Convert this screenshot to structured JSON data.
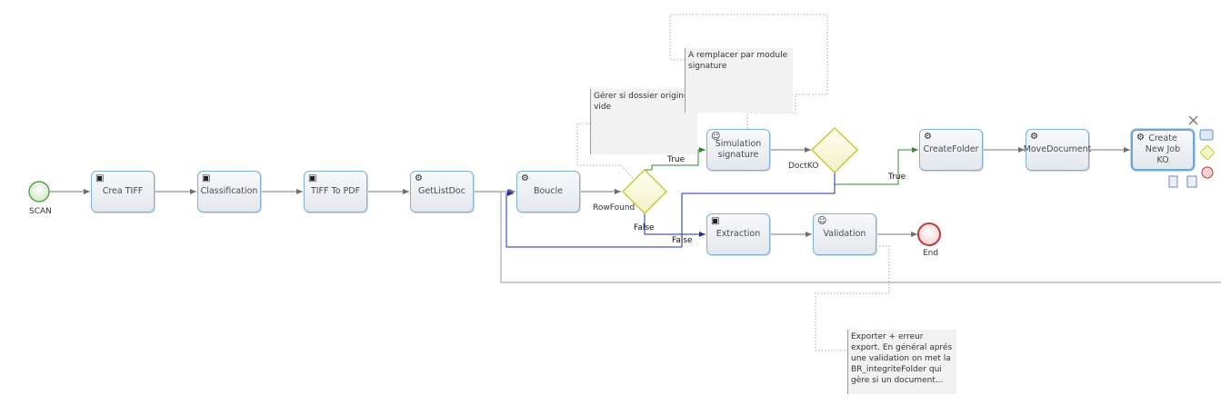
{
  "events": {
    "start_label": "SCAN",
    "end_label": "End"
  },
  "tasks": {
    "crea_tiff": "Crea TIFF",
    "classification": "Classification",
    "tiff_to_pdf": "TIFF To PDF",
    "get_list_doc": "GetListDoc",
    "boucle": "Boucle",
    "simulation_signature": "Simulation signature",
    "extraction": "Extraction",
    "validation": "Validation",
    "create_folder": "CreateFolder",
    "move_document": "MoveDocument",
    "create_new_job_ko": "Create New Job KO"
  },
  "gateways": {
    "row_found": "RowFound",
    "doct_ko": "DoctKO"
  },
  "flows": {
    "rowfound_true": "True",
    "rowfound_false": "False",
    "doctko_true": "True",
    "doctko_false": "False"
  },
  "annotations": {
    "gerer": "Gérer si dossier origine vide",
    "remplacer": "A remplacer par module signature",
    "exporter": "Exporter + erreur export. En général aprés une validation on met la BR_integriteFolder qui gère si un document..."
  },
  "context_pad": {
    "close_icon": "×"
  },
  "colors": {
    "task_border": "#7fb0d6",
    "start_event": "#5aa34a",
    "end_event": "#c0393b",
    "gateway": "#c8c838",
    "true_flow": "#2e8b2e",
    "false_flow": "#1f2fb0",
    "default_flow": "#777777"
  }
}
